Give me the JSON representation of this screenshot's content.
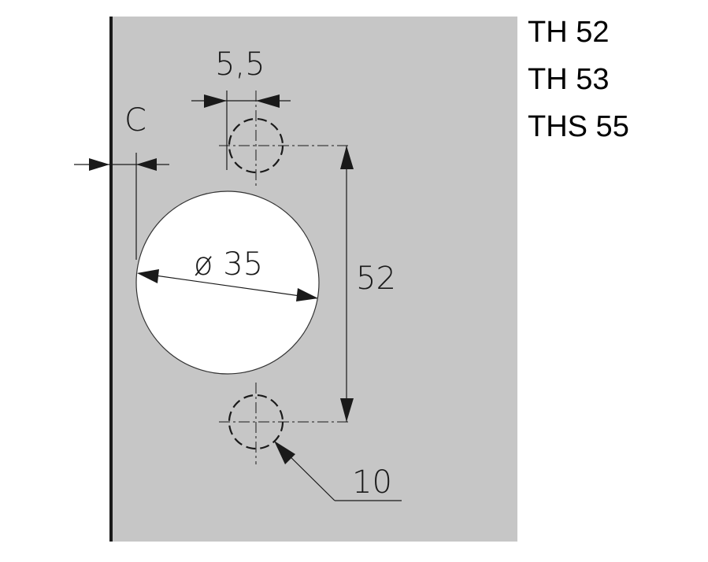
{
  "models": [
    {
      "label": "TH 52"
    },
    {
      "label": "TH 53"
    },
    {
      "label": "THS 55"
    }
  ],
  "dimensions": {
    "hole_spacing_offset": "5,5",
    "edge_distance": "C",
    "cup_diameter": "ø 35",
    "vertical_spacing": "52",
    "screw_hole_diameter": "10"
  },
  "colors": {
    "panel": "#c6c6c6",
    "panel_edge": "#1a1a1a",
    "cup_hole": "#ffffff",
    "line": "#1a1a1a"
  }
}
